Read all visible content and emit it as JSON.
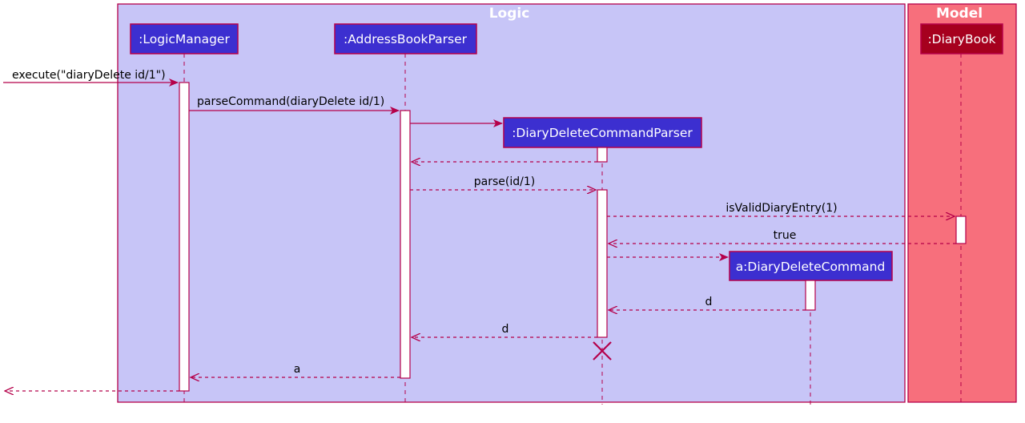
{
  "colors": {
    "logic_box": "#c7c5f7",
    "model_box": "#f76f7c",
    "border": "#b5004a",
    "participant": "#3c2fd0",
    "model_participant": "#a6001e",
    "arrow": "#b5004a",
    "activation": "#ffffff"
  },
  "boxes": {
    "logic": {
      "title": "Logic"
    },
    "model": {
      "title": "Model"
    }
  },
  "participants": {
    "logic_manager": {
      "label": ":LogicManager"
    },
    "address_book_parser": {
      "label": ":AddressBookParser"
    },
    "diary_delete_command_parser": {
      "label": ":DiaryDeleteCommandParser"
    },
    "diary_delete_command": {
      "label": "a:DiaryDeleteCommand"
    },
    "diary_book": {
      "label": ":DiaryBook"
    }
  },
  "messages": {
    "execute": "execute(\"diaryDelete id/1\")",
    "parse_command": "parseCommand(diaryDelete id/1)",
    "parse": "parse(id/1)",
    "is_valid_diary_entry": "isValidDiaryEntry(1)",
    "return_true": "true",
    "return_d_to_parser": "d",
    "return_d_to_address_book_parser": "d",
    "return_a": "a"
  },
  "icons": {
    "destroy_marker": "x-cross-icon"
  }
}
